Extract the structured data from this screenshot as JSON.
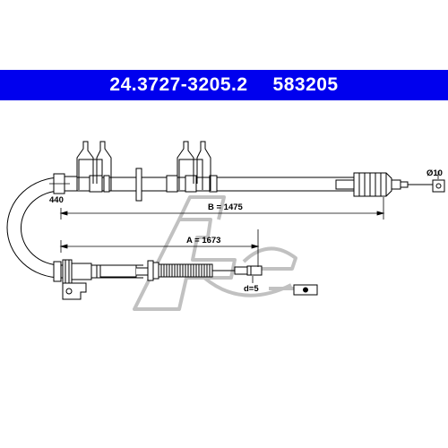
{
  "header": {
    "part_number": "24.3727-3205.2",
    "reference_number": "583205",
    "background_color": "#0000ee",
    "text_color": "#ffffff"
  },
  "dimensions": {
    "length_a": "A = 1673",
    "length_b": "B = 1475",
    "offset": "440",
    "end_diameter": "Ø10",
    "nipple_diameter": "d=5"
  },
  "icons": {
    "watermark": "ate-logo-watermark"
  }
}
